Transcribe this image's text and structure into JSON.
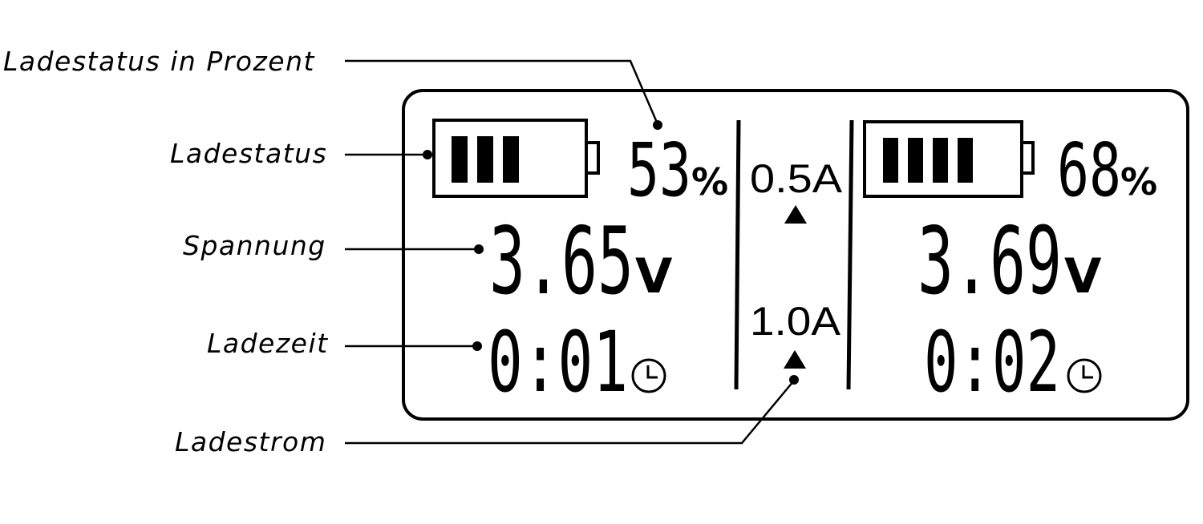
{
  "callouts": {
    "percent": "Ladestatus in Prozent",
    "status": "Ladestatus",
    "voltage": "Spannung",
    "time": "Ladezeit",
    "current": "Ladestrom"
  },
  "display": {
    "left": {
      "battery_level": 0.6,
      "battery_bars": 3,
      "percent": "53",
      "percent_unit": "%",
      "voltage": "3.65",
      "voltage_unit": "V",
      "time": "0:01"
    },
    "right": {
      "battery_level": 0.8,
      "battery_bars": 4,
      "percent": "68",
      "percent_unit": "%",
      "voltage": "3.69",
      "voltage_unit": "V",
      "time": "0:02"
    },
    "center": {
      "current_top": "0.5A",
      "current_bottom": "1.0A"
    }
  },
  "colors": {
    "ink": "#000000",
    "background": "#ffffff"
  }
}
